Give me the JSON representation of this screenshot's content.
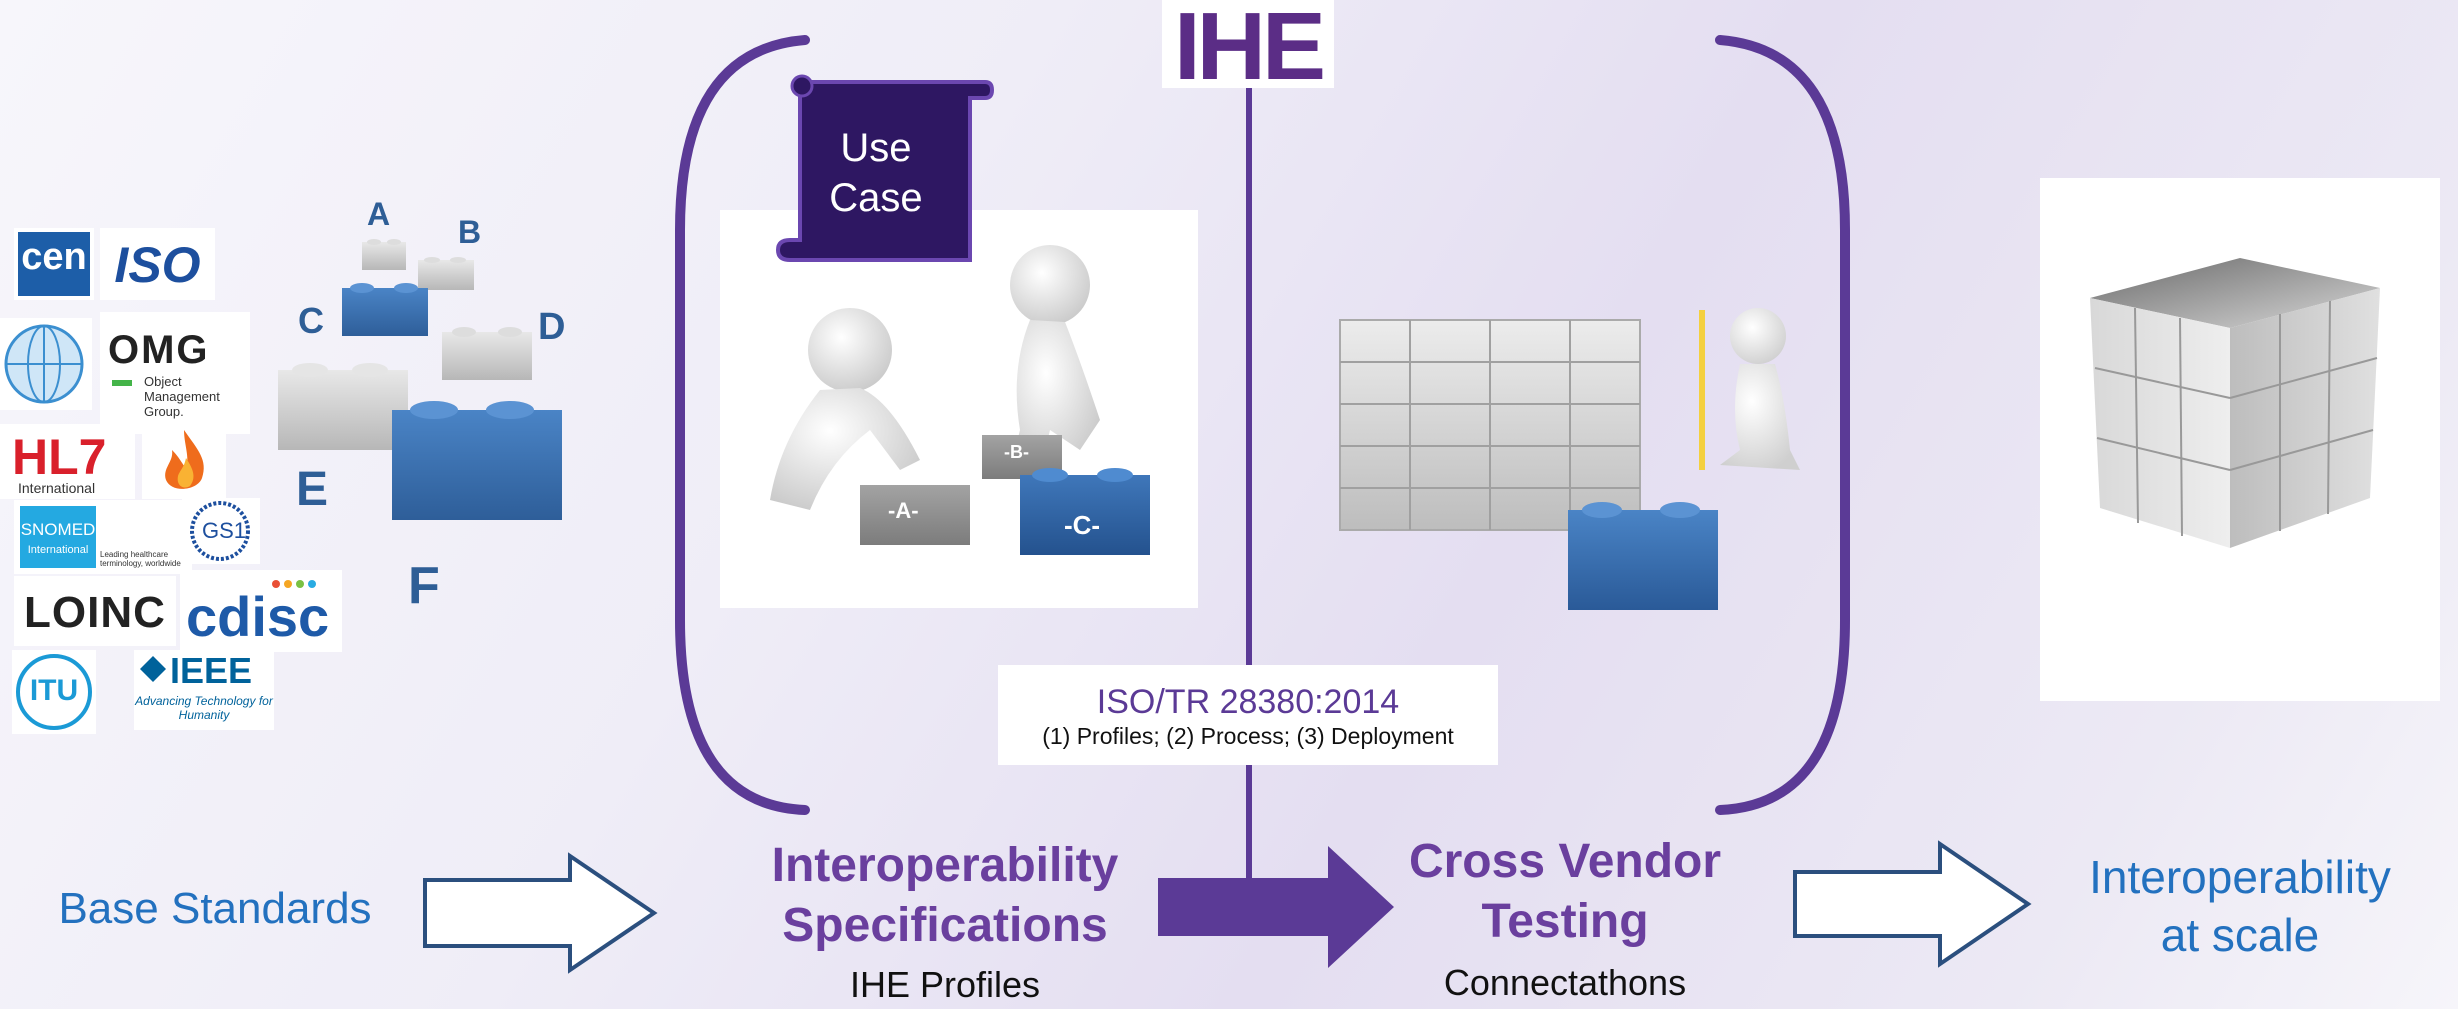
{
  "header": {
    "logo_text": "IHE"
  },
  "standards_logos": {
    "cen": "cen",
    "iso": "ISO",
    "omg": "OMG",
    "omg_sub": "Object Management Group.",
    "hl7": "HL7",
    "hl7_sub": "International",
    "snomed": "SNOMED",
    "snomed_sub": "International",
    "snomed_tag": "Leading healthcare terminology, worldwide",
    "gs1": "GS1",
    "loinc": "LOINC",
    "cdisc": "cdisc",
    "itu": "ITU",
    "ieee": "IEEE",
    "ieee_sub": "Advancing Technology for Humanity"
  },
  "bricks": {
    "a": "A",
    "b": "B",
    "c": "C",
    "d": "D",
    "e": "E",
    "f": "F"
  },
  "use_case": {
    "line1": "Use",
    "line2": "Case"
  },
  "puzzle_bricks": {
    "a": "-A-",
    "b": "-B-",
    "c": "-C-"
  },
  "iso_note": {
    "title": "ISO/TR 28380:2014",
    "subtitle": "(1) Profiles; (2) Process; (3) Deployment"
  },
  "flow": {
    "base_standards": "Base Standards",
    "interop_specs_line1": "Interoperability",
    "interop_specs_line2": "Specifications",
    "ihe_profiles": "IHE Profiles",
    "cross_vendor_line1": "Cross Vendor",
    "cross_vendor_line2": "Testing",
    "connectathons": "Connectathons",
    "interop_scale_line1": "Interoperability",
    "interop_scale_line2": "at scale"
  },
  "colors": {
    "purple": "#5b3a96",
    "blue_text": "#2371bf",
    "brick_blue": "#3a72b6",
    "arrow_outline": "#2b4f7e"
  }
}
